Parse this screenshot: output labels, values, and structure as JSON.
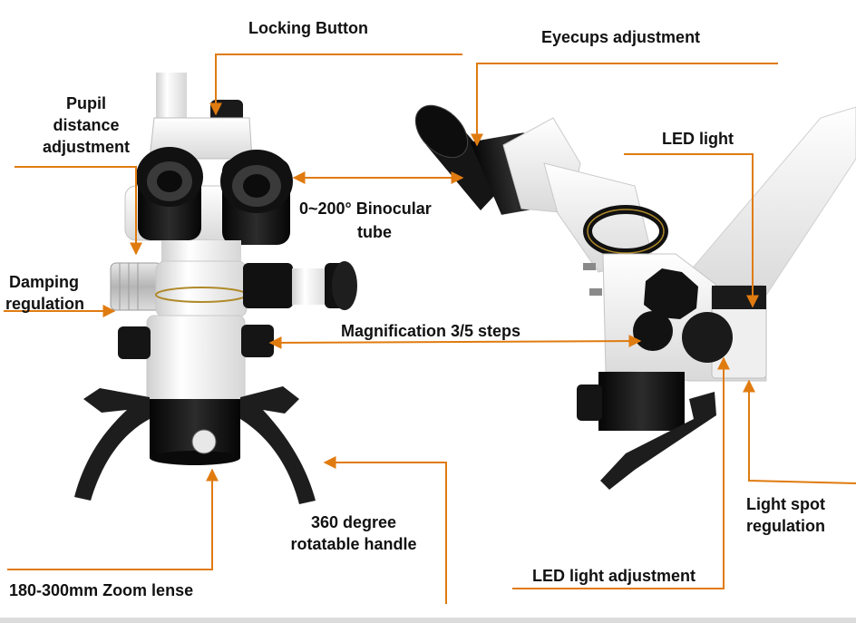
{
  "colors": {
    "accent_line": "#e07b10",
    "body_white": "#f4f4f4",
    "body_shade": "#cfcfcf",
    "black_part": "#151515",
    "dark_gray": "#3a3a3a",
    "label_text": "#111111"
  },
  "labels": {
    "locking_button": "Locking Button",
    "eyecups_adjustment": "Eyecups adjustment",
    "pupil_distance_line1": "Pupil",
    "pupil_distance_line2": "distance",
    "pupil_distance_line3": "adjustment",
    "led_light": "LED light",
    "binocular_line1": "0~200° Binocular",
    "binocular_line2": "tube",
    "damping_line1": "Damping",
    "damping_line2": "regulation",
    "magnification": "Magnification 3/5 steps",
    "rotatable_line1": "360 degree",
    "rotatable_line2": "rotatable handle",
    "light_spot_line1": "Light spot",
    "light_spot_line2": "regulation",
    "led_light_adjustment": "LED light adjustment",
    "zoom_lense": "180-300mm Zoom lense"
  }
}
